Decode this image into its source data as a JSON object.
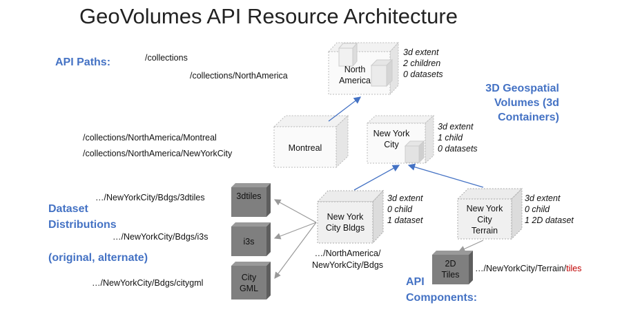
{
  "title": "GeoVolumes API Resource Architecture",
  "labels": {
    "api_paths": "API Paths:",
    "path_collections": "/collections",
    "path_north_america": "/collections/NorthAmerica",
    "path_montreal": "/collections/NorthAmerica/Montreal",
    "path_nyc": "/collections/NorthAmerica/NewYorkCity",
    "volumes_line1": "3D Geospatial",
    "volumes_line2": "Volumes (3d",
    "volumes_line3": "Containers)",
    "dist_line1": "Dataset",
    "dist_line2": "Distributions",
    "dist_line3": "(original, alternate)",
    "path_3dtiles": "…/NewYorkCity/Bdgs/3dtiles",
    "path_i3s": "…/NewYorkCity/Bdgs/i3s",
    "path_citygml": "…/NewYorkCity/Bdgs/citygml",
    "path_bldgs_1": "…/NorthAmerica/",
    "path_bldgs_2": "NewYorkCity/Bdgs",
    "path_terrain_prefix": "…/NewYorkCity/Terrain/",
    "path_terrain_suffix": "tiles",
    "api_components_1": "API",
    "api_components_2": "Components:"
  },
  "nodes": {
    "north_america": {
      "line1": "North",
      "line2": "America",
      "info": [
        "3d extent",
        "2 children",
        "0 datasets"
      ]
    },
    "montreal": {
      "line1": "Montreal"
    },
    "new_york_city": {
      "line1": "New York",
      "line2": "City",
      "info": [
        "3d extent",
        "1 child",
        "0 datasets"
      ]
    },
    "nyc_bldgs": {
      "line1": "New York",
      "line2": "City Bldgs",
      "info": [
        "3d extent",
        "0 child",
        "1 dataset"
      ]
    },
    "nyc_terrain": {
      "line1": "New York",
      "line2": "City",
      "line3": "Terrain",
      "info": [
        "3d extent",
        "0 child",
        "1 2D dataset"
      ]
    }
  },
  "distributions": {
    "d3dtiles": "3dtiles",
    "i3s": "i3s",
    "citygml_1": "City",
    "citygml_2": "GML"
  },
  "component": {
    "line1": "2D",
    "line2": "Tiles"
  },
  "colors": {
    "accent": "#4472c4",
    "dark_box": "#7f7f7f",
    "link": "#c00000",
    "arrow": "#4472c4"
  }
}
